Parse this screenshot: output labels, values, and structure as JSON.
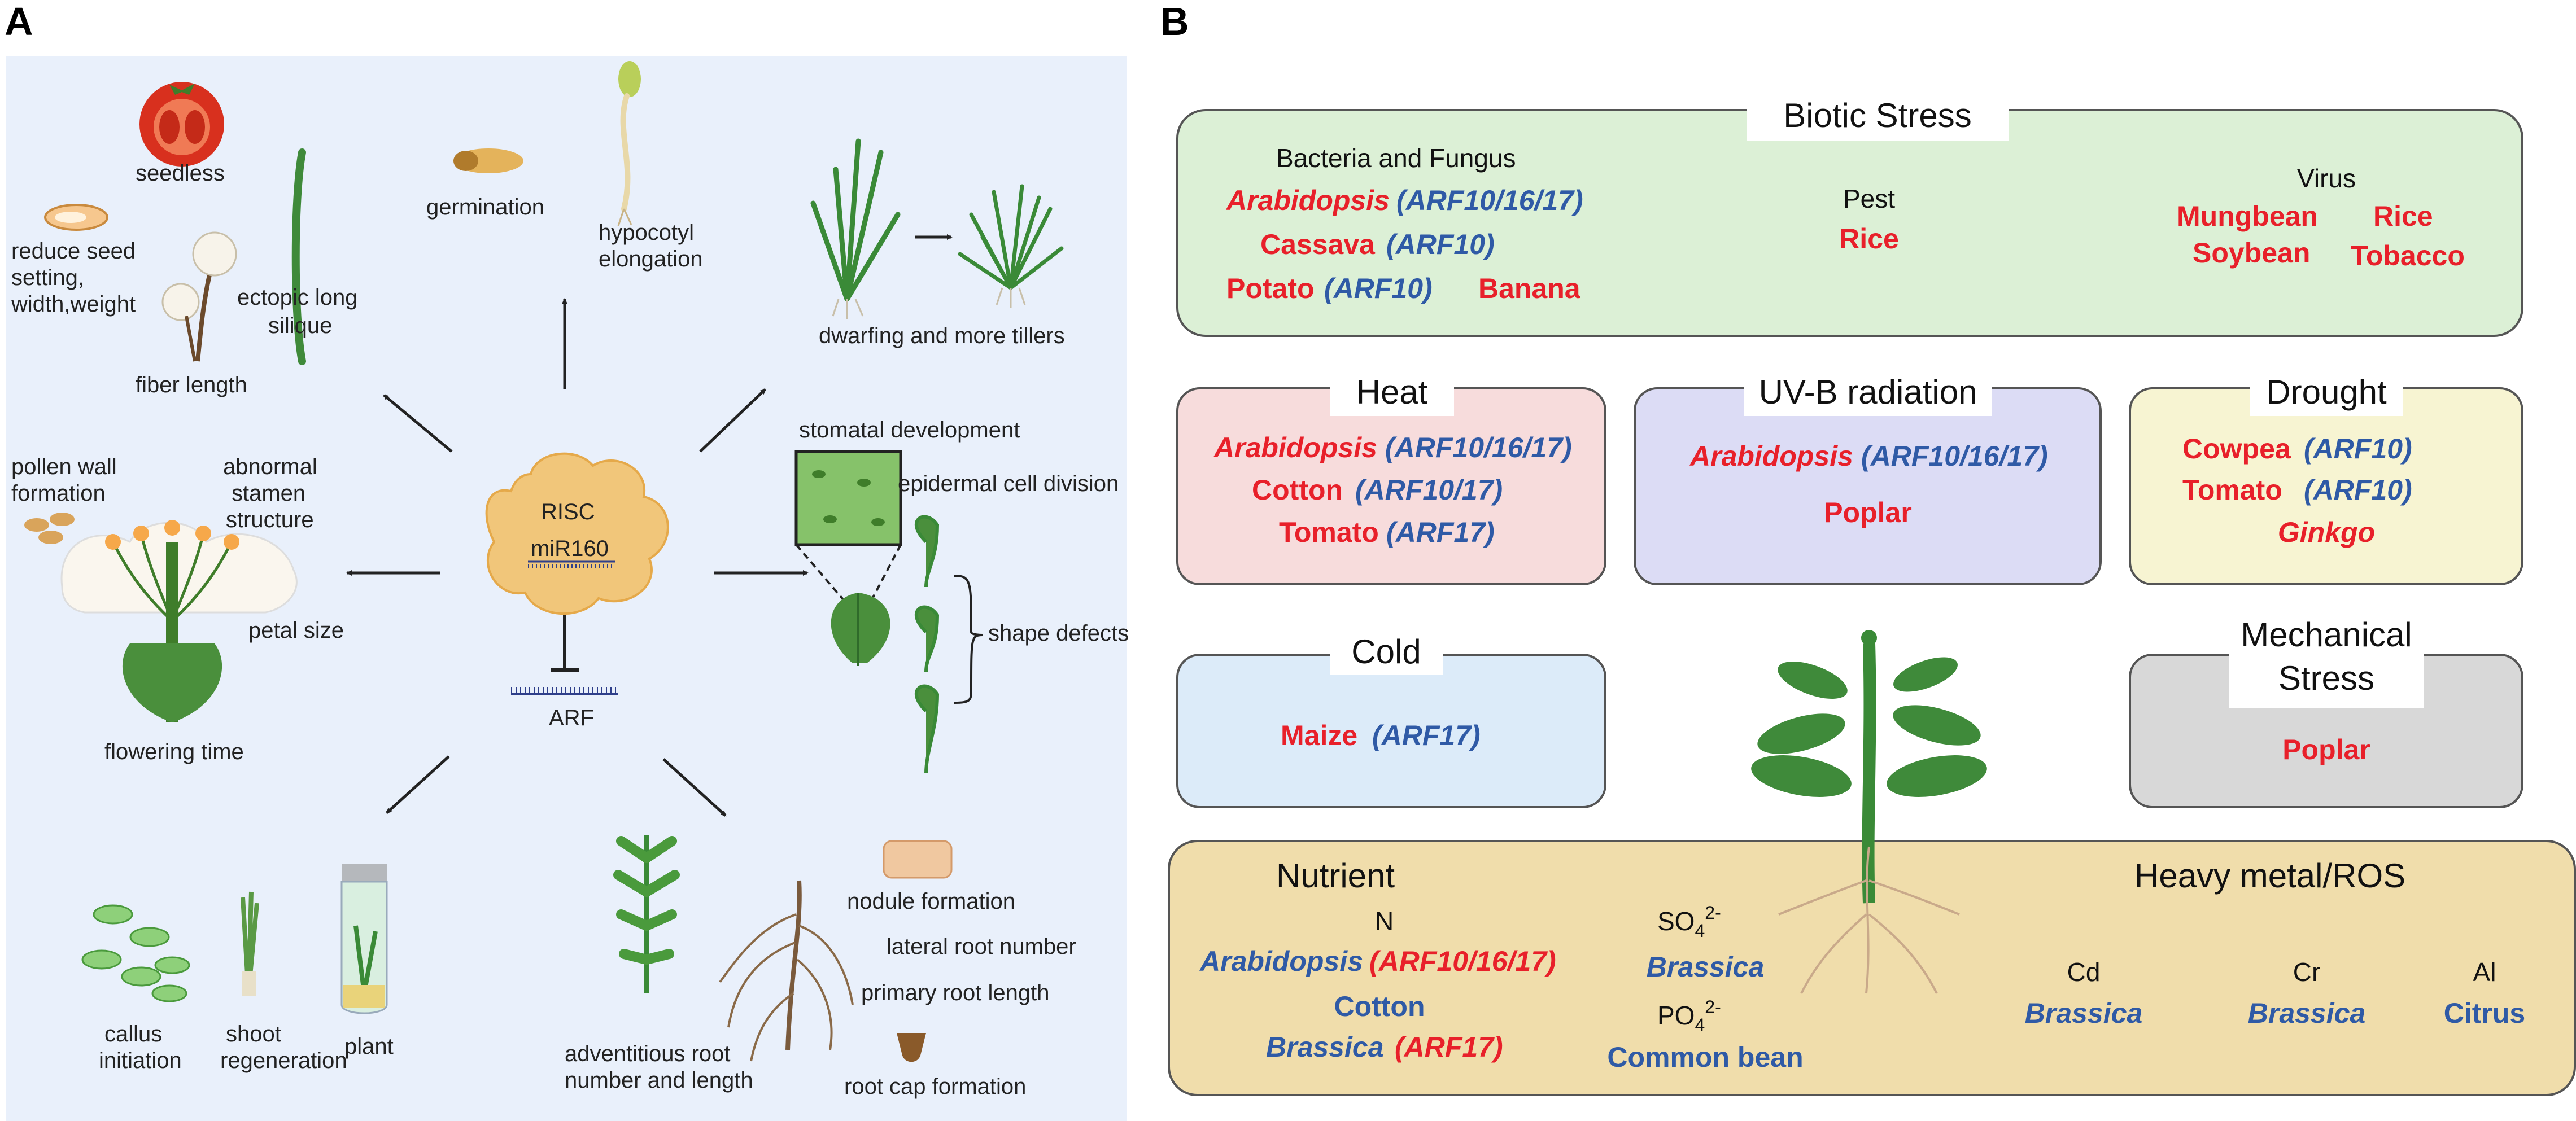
{
  "panel_a": {
    "letter": "A",
    "center": {
      "risc": "RISC",
      "mirna": "miR160",
      "target": "ARF"
    },
    "labels": {
      "seedless": "seedless",
      "reduce_seed_1": "reduce seed",
      "reduce_seed_2": "setting,",
      "reduce_seed_3": "width,weight",
      "ectopic_1": "ectopic long",
      "ectopic_2": "silique",
      "fiber": "fiber length",
      "germination": "germination",
      "hypocotyl_1": "hypocotyl",
      "hypocotyl_2": "elongation",
      "dwarfing": "dwarfing and more tillers",
      "pollen_1": "pollen wall",
      "pollen_2": "formation",
      "stamen_1": "abnormal",
      "stamen_2": "stamen",
      "stamen_3": "structure",
      "petal": "petal size",
      "flowering": "flowering time",
      "stomatal": "stomatal development",
      "epidermal": "epidermal cell division",
      "shape": "shape defects",
      "callus_1": "callus",
      "callus_2": "initiation",
      "shoot_1": "shoot",
      "shoot_2": "regeneration",
      "plant": "plant",
      "adventitious_1": "adventitious root",
      "adventitious_2": "number and length",
      "nodule": "nodule formation",
      "lateral": "lateral root number",
      "primary": "primary root length",
      "rootcap": "root cap formation"
    }
  },
  "panel_b": {
    "letter": "B",
    "biotic": {
      "title": "Biotic Stress",
      "bf_header": "Bacteria and Fungus",
      "pest_header": "Pest",
      "virus_header": "Virus",
      "bf1_species": "Arabidopsis",
      "bf1_genes": "(ARF10/16/17)",
      "bf2_species": "Cassava",
      "bf2_genes": "(ARF10)",
      "bf3_species": "Potato",
      "bf3_genes": "(ARF10)",
      "bf3_extra": "Banana",
      "pest1": "Rice",
      "virus1": "Mungbean",
      "virus2": "Rice",
      "virus3": "Soybean",
      "virus4": "Tobacco"
    },
    "heat": {
      "title": "Heat",
      "r1_species": "Arabidopsis",
      "r1_genes": "(ARF10/16/17)",
      "r2_species": "Cotton",
      "r2_genes": "(ARF10/17)",
      "r3_species": "Tomato",
      "r3_genes": "(ARF17)"
    },
    "uvb": {
      "title": "UV-B radiation",
      "r1_species": "Arabidopsis",
      "r1_genes": "(ARF10/16/17)",
      "r2_species": "Poplar"
    },
    "drought": {
      "title": "Drought",
      "r1_species": "Cowpea",
      "r1_genes": "(ARF10)",
      "r2_species": "Tomato",
      "r2_genes": "(ARF10)",
      "r3_species": "Ginkgo"
    },
    "cold": {
      "title": "Cold",
      "r1_species": "Maize",
      "r1_genes": "(ARF17)"
    },
    "mechanical": {
      "title_1": "Mechanical",
      "title_2": "Stress",
      "r1_species": "Poplar"
    },
    "nutrient": {
      "title": "Nutrient",
      "n_header": "N",
      "n1_species": "Arabidopsis",
      "n1_genes": "(ARF10/16/17)",
      "n2_species": "Cotton",
      "n3_species": "Brassica",
      "n3_genes": "(ARF17)",
      "so4_base": "SO",
      "so4_sub": "4",
      "so4_sup": "2-",
      "so4_species": "Brassica",
      "po4_base": "PO",
      "po4_sub": "4",
      "po4_sup": "2-",
      "po4_species": "Common bean"
    },
    "metal": {
      "title": "Heavy metal/ROS",
      "cd_header": "Cd",
      "cd_species": "Brassica",
      "cr_header": "Cr",
      "cr_species": "Brassica",
      "al_header": "Al",
      "al_species": "Citrus"
    }
  }
}
